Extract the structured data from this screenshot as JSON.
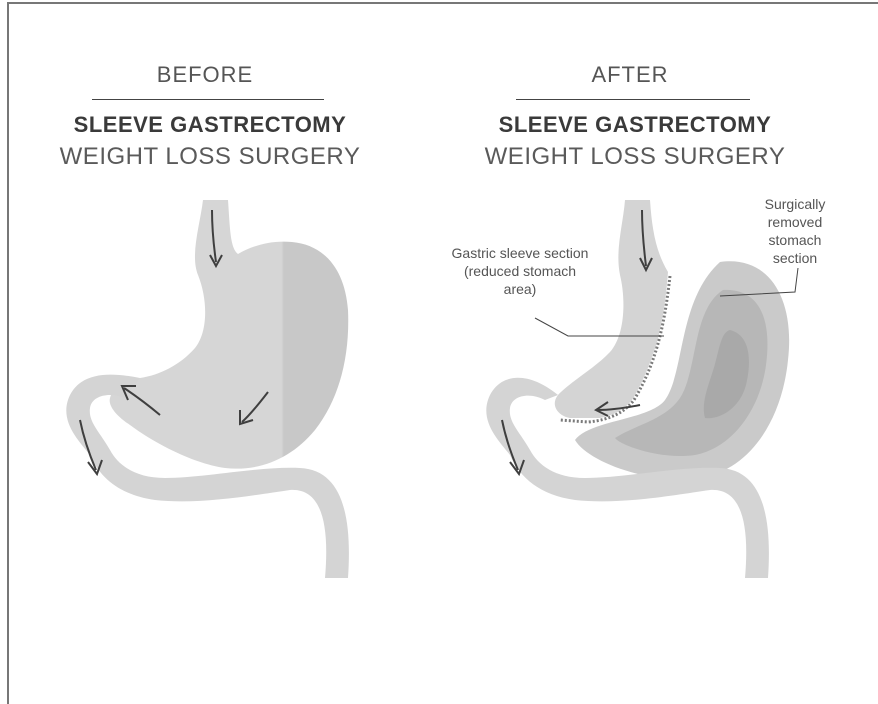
{
  "before": {
    "heading": "BEFORE",
    "title_line1": "SLEEVE GASTRECTOMY",
    "title_line2": "WEIGHT LOSS SURGERY"
  },
  "after": {
    "heading": "AFTER",
    "title_line1": "SLEEVE GASTRECTOMY",
    "title_line2": "WEIGHT LOSS SURGERY",
    "labels": {
      "sleeve": "Gastric sleeve section (reduced stomach area)",
      "removed": "Surgically removed stomach section"
    }
  },
  "colors": {
    "stomach_fill": "#d4d4d4",
    "stomach_shade": "#c6c6c6",
    "removed_light": "#c9c9c9",
    "removed_mid": "#b5b5b5",
    "removed_dark": "#a8a8a8",
    "arrow": "#3f3f3f",
    "staple": "#7a7a7a",
    "text": "#555555"
  }
}
